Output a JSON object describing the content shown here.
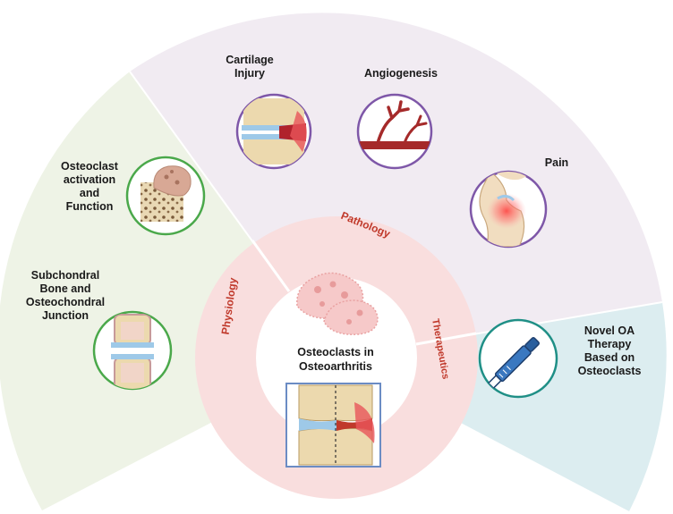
{
  "center": {
    "title_line1": "Osteoclasts in",
    "title_line2": "Osteoarthritis"
  },
  "inner_ring": {
    "physiology": "Physiology",
    "pathology": "Pathology",
    "therapeutics": "Therapeutics"
  },
  "topics": {
    "subchondral": [
      "Subchondral",
      "Bone and",
      "Osteochondral",
      "Junction"
    ],
    "osteoclast_activation": [
      "Osteoclast",
      "activation",
      "and",
      "Function"
    ],
    "cartilage_injury": [
      "Cartilage",
      "Injury"
    ],
    "angiogenesis": [
      "Angiogenesis"
    ],
    "pain": [
      "Pain"
    ],
    "novel_therapy": [
      "Novel OA",
      "Therapy",
      "Based on",
      "Osteoclasts"
    ]
  },
  "colors": {
    "physiology_sector": "#eef3e6",
    "pathology_sector": "#f1ebf2",
    "therapy_sector": "#dcedf0",
    "inner_ring": "#f9dede",
    "ring_text": "#c0392b",
    "physiology_circle": "#4aa84a",
    "pathology_circle": "#7e57a8",
    "therapy_circle": "#1f8f86",
    "center_box": "#6b8cc4"
  },
  "icons": {
    "subchondral": "joint-cross-section-icon",
    "osteoclast_activation": "osteoclast-on-bone-icon",
    "cartilage_injury": "damaged-joint-icon",
    "angiogenesis": "blood-vessel-icon",
    "pain": "painful-knee-icon",
    "novel_therapy": "injection-pen-icon",
    "center_cells": "osteoclast-cells-icon",
    "center_joint": "healthy-vs-oa-joint-icon"
  }
}
